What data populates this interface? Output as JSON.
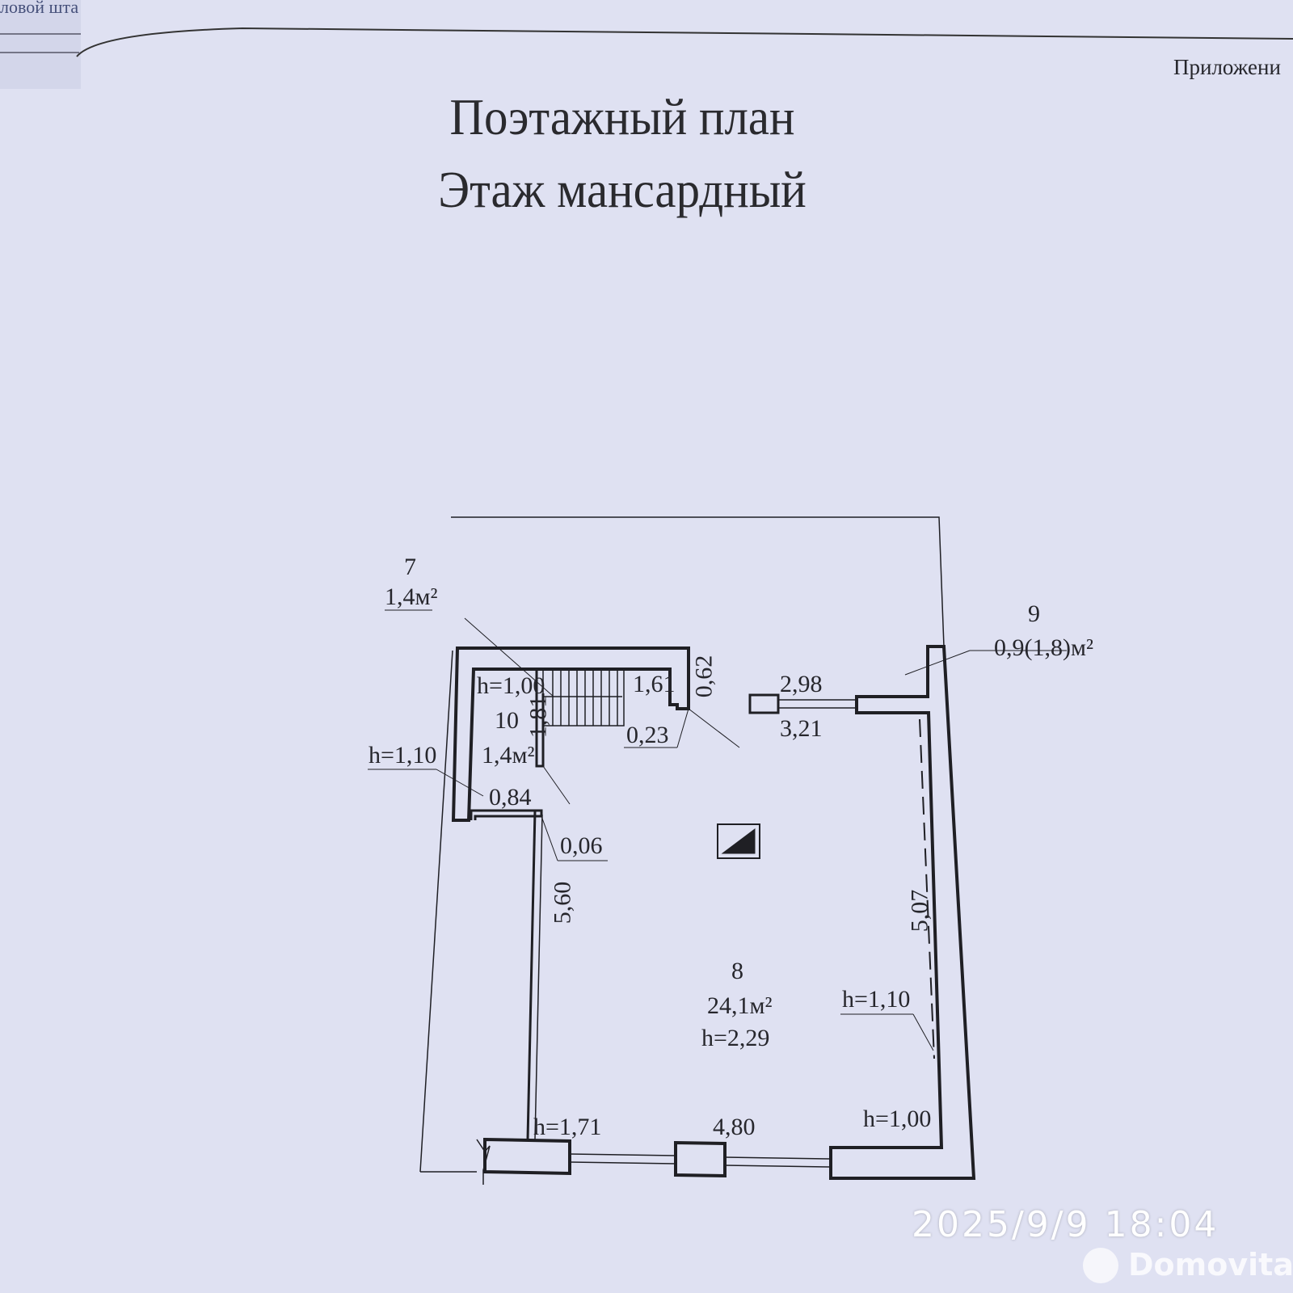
{
  "corner_fragment": "ловой шта",
  "appendix": "Приложени",
  "title": {
    "line1": "Поэтажный план",
    "line2": "Этаж мансардный"
  },
  "rooms": [
    {
      "number": "7",
      "area": "1,4м²"
    },
    {
      "number": "8",
      "area": "24,1м²",
      "height": "h=2,29"
    },
    {
      "number": "9",
      "area": "0,9(1,8)м²"
    },
    {
      "number": "10",
      "area": "1,4м²"
    }
  ],
  "dimensions": [
    "h=1,00",
    "1,61",
    "0,62",
    "1,81",
    "0,23",
    "2,98",
    "3,21",
    "h=1,10",
    "0,84",
    "0,06",
    "5,60",
    "5,07",
    "h=1,10",
    "h=1,71",
    "4,80",
    "h=1,00"
  ],
  "timestamp": "2025/9/9 18:04",
  "watermark": "Domovita",
  "colors": {
    "paper": "#dfe1f2",
    "ink": "#1f1f24"
  }
}
